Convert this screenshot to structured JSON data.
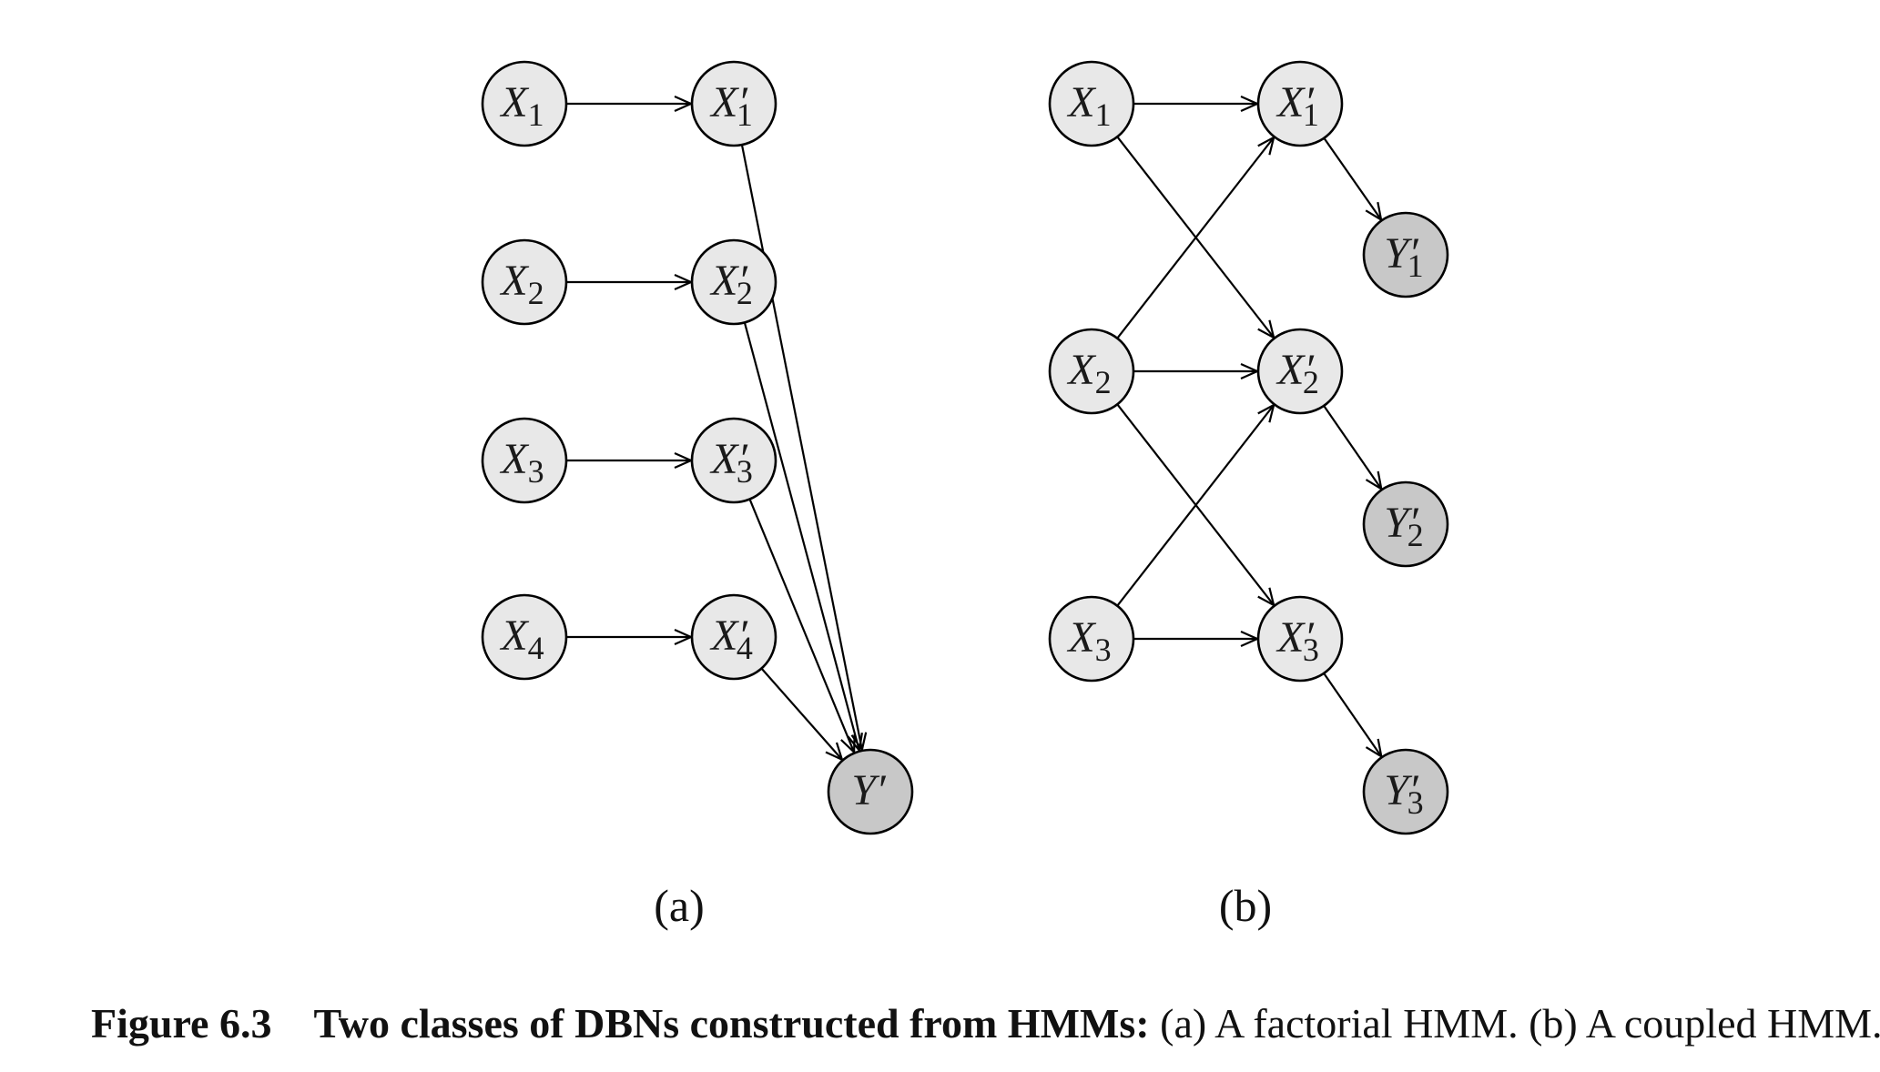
{
  "colors": {
    "hidden_node_fill": "#e8e8e8",
    "observed_node_fill": "#c8c8c8",
    "stroke": "#000000"
  },
  "diagram_a": {
    "panel_label": "(a)",
    "nodes": [
      {
        "id": "a-x1",
        "base": "X",
        "sub": "1",
        "prime": false,
        "observed": false
      },
      {
        "id": "a-x2",
        "base": "X",
        "sub": "2",
        "prime": false,
        "observed": false
      },
      {
        "id": "a-x3",
        "base": "X",
        "sub": "3",
        "prime": false,
        "observed": false
      },
      {
        "id": "a-x4",
        "base": "X",
        "sub": "4",
        "prime": false,
        "observed": false
      },
      {
        "id": "a-x1p",
        "base": "X",
        "sub": "1",
        "prime": true,
        "observed": false
      },
      {
        "id": "a-x2p",
        "base": "X",
        "sub": "2",
        "prime": true,
        "observed": false
      },
      {
        "id": "a-x3p",
        "base": "X",
        "sub": "3",
        "prime": true,
        "observed": false
      },
      {
        "id": "a-x4p",
        "base": "X",
        "sub": "4",
        "prime": true,
        "observed": false
      },
      {
        "id": "a-yp",
        "base": "Y",
        "sub": "",
        "prime": true,
        "observed": true
      }
    ],
    "edges": [
      {
        "from": "a-x1",
        "to": "a-x1p"
      },
      {
        "from": "a-x2",
        "to": "a-x2p"
      },
      {
        "from": "a-x3",
        "to": "a-x3p"
      },
      {
        "from": "a-x4",
        "to": "a-x4p"
      },
      {
        "from": "a-x1p",
        "to": "a-yp"
      },
      {
        "from": "a-x2p",
        "to": "a-yp"
      },
      {
        "from": "a-x3p",
        "to": "a-yp"
      },
      {
        "from": "a-x4p",
        "to": "a-yp"
      }
    ]
  },
  "diagram_b": {
    "panel_label": "(b)",
    "nodes": [
      {
        "id": "b-x1",
        "base": "X",
        "sub": "1",
        "prime": false,
        "observed": false
      },
      {
        "id": "b-x2",
        "base": "X",
        "sub": "2",
        "prime": false,
        "observed": false
      },
      {
        "id": "b-x3",
        "base": "X",
        "sub": "3",
        "prime": false,
        "observed": false
      },
      {
        "id": "b-x1p",
        "base": "X",
        "sub": "1",
        "prime": true,
        "observed": false
      },
      {
        "id": "b-x2p",
        "base": "X",
        "sub": "2",
        "prime": true,
        "observed": false
      },
      {
        "id": "b-x3p",
        "base": "X",
        "sub": "3",
        "prime": true,
        "observed": false
      },
      {
        "id": "b-y1p",
        "base": "Y",
        "sub": "1",
        "prime": true,
        "observed": true
      },
      {
        "id": "b-y2p",
        "base": "Y",
        "sub": "2",
        "prime": true,
        "observed": true
      },
      {
        "id": "b-y3p",
        "base": "Y",
        "sub": "3",
        "prime": true,
        "observed": true
      }
    ],
    "edges": [
      {
        "from": "b-x1",
        "to": "b-x1p"
      },
      {
        "from": "b-x1",
        "to": "b-x2p"
      },
      {
        "from": "b-x2",
        "to": "b-x1p"
      },
      {
        "from": "b-x2",
        "to": "b-x2p"
      },
      {
        "from": "b-x2",
        "to": "b-x3p"
      },
      {
        "from": "b-x3",
        "to": "b-x2p"
      },
      {
        "from": "b-x3",
        "to": "b-x3p"
      },
      {
        "from": "b-x1p",
        "to": "b-y1p"
      },
      {
        "from": "b-x2p",
        "to": "b-y2p"
      },
      {
        "from": "b-x3p",
        "to": "b-y3p"
      }
    ]
  },
  "caption": {
    "number": "Figure 6.3",
    "title": "Two classes of DBNs constructed from HMMs:",
    "text": "(a) A factorial HMM. (b) A coupled HMM."
  }
}
